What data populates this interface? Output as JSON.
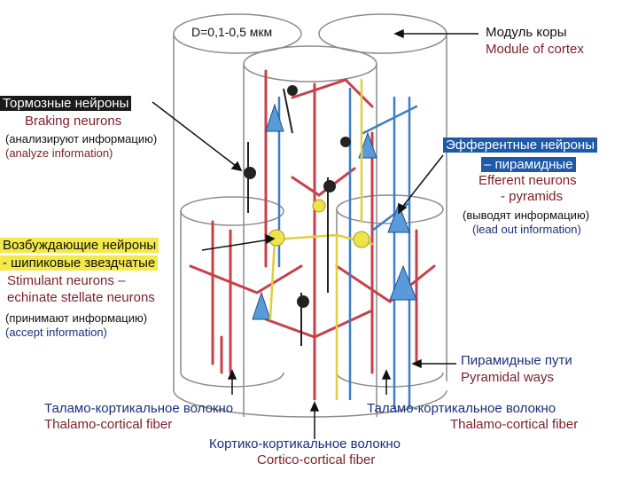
{
  "diameter": "D=0,1-0,5 мкм",
  "module": {
    "ru": "Модуль коры",
    "en": "Module of cortex"
  },
  "braking": {
    "ru": "Тормозные нейроны",
    "en": "Braking neurons",
    "note_ru": "(анализируют информацию)",
    "note_en": "(analyze information)"
  },
  "efferent": {
    "ru1": "Эфферентные нейроны",
    "ru2": "– пирамидные",
    "en1": "Efferent neurons",
    "en2": "- pyramids",
    "note_ru": "(выводят информацию)",
    "note_en": "(lead out information)"
  },
  "stimulant": {
    "ru1": "Возбуждающие нейроны",
    "ru2": "- шипиковые звездчатые",
    "en1": "Stimulant neurons –",
    "en2": "echinate stellate neurons",
    "note_ru": "(принимают информацию)",
    "note_en": "(accept information)"
  },
  "pyramidal_ways": {
    "ru": "Пирамидные пути",
    "en": "Pyramidal ways"
  },
  "thalamo_left": {
    "ru": "Таламо-кортикальное волокно",
    "en": "Thalamo-cortical fiber"
  },
  "thalamo_right": {
    "ru": "Таламо-кортикальное волокно",
    "en": "Thalamo-cortical fiber"
  },
  "cortico": {
    "ru": "Кортико-кортикальное волокно",
    "en": "Cortico-cortical fiber"
  },
  "colors": {
    "neuron_red": "#c8404a",
    "neuron_blue": "#3a7fc8",
    "neuron_yellow": "#e8d84a",
    "neuron_black": "#222222",
    "cylinder": "#9a9a9a"
  }
}
